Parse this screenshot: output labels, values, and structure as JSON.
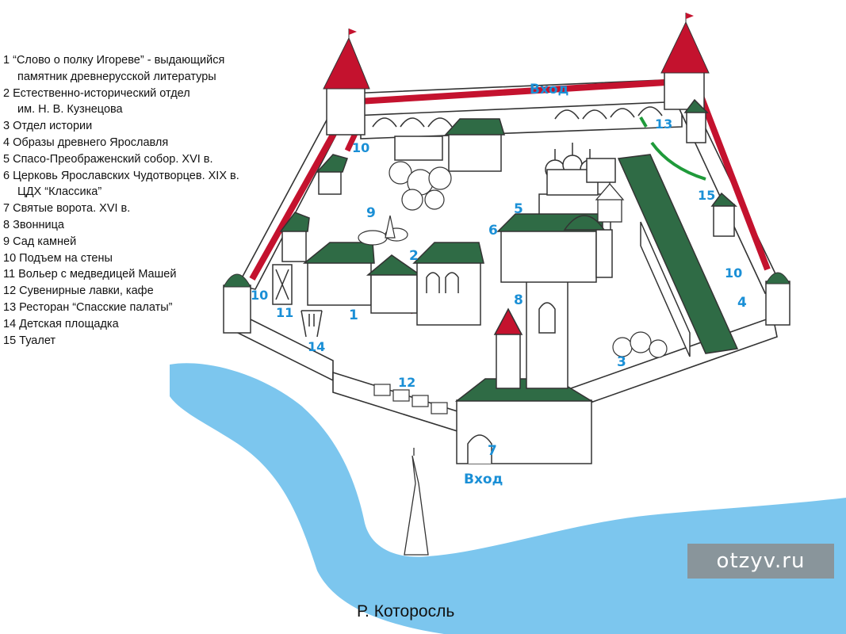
{
  "legend": [
    {
      "num": "1",
      "lines": [
        "“Слово о полку Игореве” - выдающийся",
        "памятник древнерусской литературы"
      ]
    },
    {
      "num": "2",
      "lines": [
        "Естественно-исторический отдел",
        "им. Н. В. Кузнецова"
      ]
    },
    {
      "num": "3",
      "lines": [
        "Отдел истории"
      ]
    },
    {
      "num": "4",
      "lines": [
        "Образы древнего Ярославля"
      ]
    },
    {
      "num": "5",
      "lines": [
        "Спасо-Преображенский собор. XVI в."
      ]
    },
    {
      "num": "6",
      "lines": [
        "Церковь Ярославских Чудотворцев. XIX в.",
        "ЦДХ “Классика”"
      ]
    },
    {
      "num": "7",
      "lines": [
        "Святые ворота. XVI в."
      ]
    },
    {
      "num": "8",
      "lines": [
        "Звонница"
      ]
    },
    {
      "num": "9",
      "lines": [
        "Сад камней"
      ]
    },
    {
      "num": "10",
      "lines": [
        " Подъем на стены"
      ]
    },
    {
      "num": "11",
      "lines": [
        "Вольер с медведицей Машей"
      ]
    },
    {
      "num": "12",
      "lines": [
        "Сувенирные лавки, кафе"
      ]
    },
    {
      "num": "13",
      "lines": [
        "Ресторан “Спасские палаты”"
      ]
    },
    {
      "num": "14",
      "lines": [
        "Детская площадка"
      ]
    },
    {
      "num": "15",
      "lines": [
        "Туалет"
      ]
    }
  ],
  "map": {
    "entrance_top": "Вход",
    "entrance_bottom": "Вход",
    "river": "Р. Которосль",
    "marker_1": "1",
    "marker_2": "2",
    "marker_3": "3",
    "marker_4": "4",
    "marker_5": "5",
    "marker_6": "6",
    "marker_7": "7",
    "marker_8": "8",
    "marker_9": "9",
    "marker_10a": "10",
    "marker_10b": "10",
    "marker_10c": "10",
    "marker_11": "11",
    "marker_12": "12",
    "marker_13": "13",
    "marker_14": "14",
    "marker_15": "15"
  },
  "watermark": "otzyv.ru",
  "colors": {
    "river": "#7cc6ee",
    "roof": "#2f6b45",
    "wall_path": "#c4122e",
    "tower_roof": "#c4122e",
    "label": "#1a8fd6",
    "restaurant_arc": "#1f9a3a"
  }
}
